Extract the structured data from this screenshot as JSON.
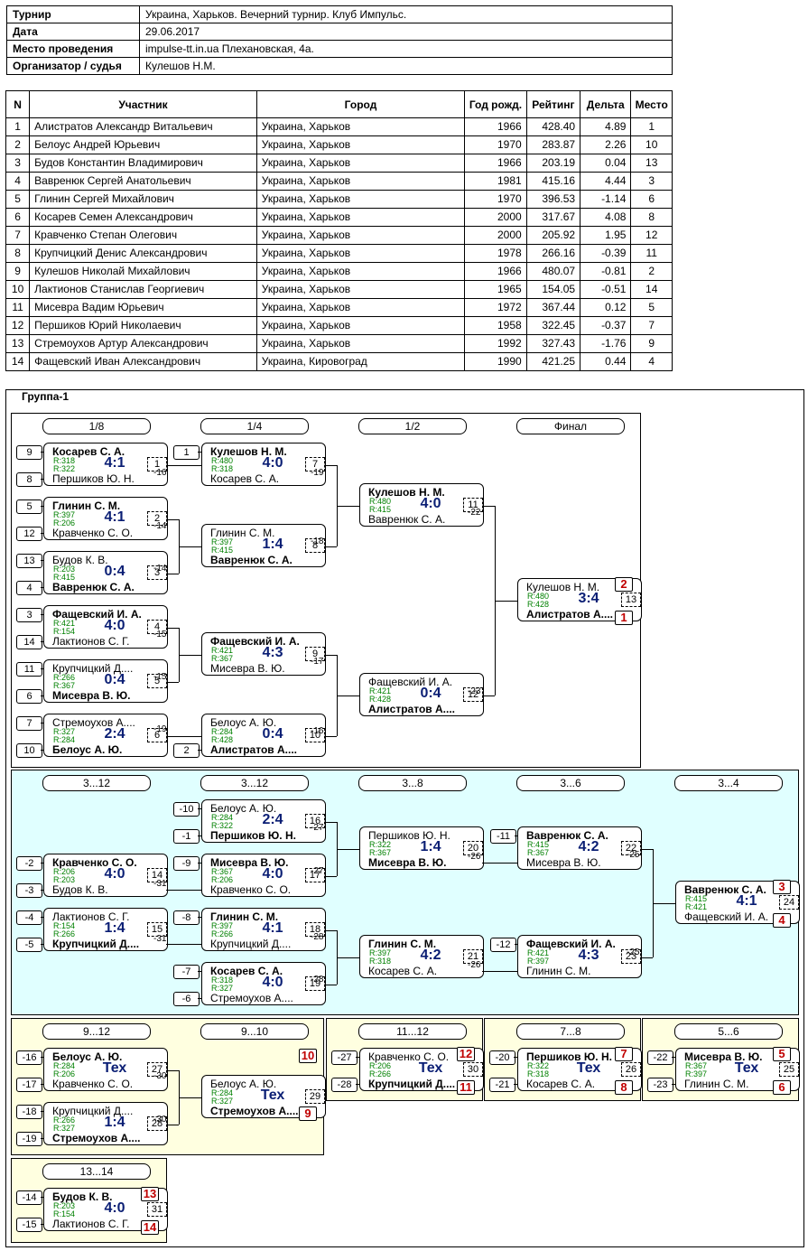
{
  "info": [
    {
      "label": "Турнир",
      "value": "Украина, Харьков. Вечерний турнир. Клуб Импульс."
    },
    {
      "label": "Дата",
      "value": "29.06.2017"
    },
    {
      "label": "Место проведения",
      "value": "impulse-tt.in.ua Плехановская, 4а."
    },
    {
      "label": "Организатор / судья",
      "value": "Кулешов Н.М."
    }
  ],
  "players": {
    "headers": [
      "N",
      "Участник",
      "Город",
      "Год рожд.",
      "Рейтинг",
      "Дельта",
      "Место"
    ],
    "rows": [
      [
        "1",
        "Алистратов Александр Витальевич",
        "Украина, Харьков",
        "1966",
        "428.40",
        "4.89",
        "1"
      ],
      [
        "2",
        "Белоус Андрей Юрьевич",
        "Украина, Харьков",
        "1970",
        "283.87",
        "2.26",
        "10"
      ],
      [
        "3",
        "Будов Константин Владимирович",
        "Украина, Харьков",
        "1966",
        "203.19",
        "0.04",
        "13"
      ],
      [
        "4",
        "Вавренюк Сергей Анатольевич",
        "Украина, Харьков",
        "1981",
        "415.16",
        "4.44",
        "3"
      ],
      [
        "5",
        "Глинин Сергей Михайлович",
        "Украина, Харьков",
        "1970",
        "396.53",
        "-1.14",
        "6"
      ],
      [
        "6",
        "Косарев Семен Александрович",
        "Украина, Харьков",
        "2000",
        "317.67",
        "4.08",
        "8"
      ],
      [
        "7",
        "Кравченко Степан Олегович",
        "Украина, Харьков",
        "2000",
        "205.92",
        "1.95",
        "12"
      ],
      [
        "8",
        "Крупчицкий Денис Александрович",
        "Украина, Харьков",
        "1978",
        "266.16",
        "-0.39",
        "11"
      ],
      [
        "9",
        "Кулешов Николай Михайлович",
        "Украина, Харьков",
        "1966",
        "480.07",
        "-0.81",
        "2"
      ],
      [
        "10",
        "Лактионов Станислав Георгиевич",
        "Украина, Харьков",
        "1965",
        "154.05",
        "-0.51",
        "14"
      ],
      [
        "11",
        "Мисевра Вадим Юрьевич",
        "Украина, Харьков",
        "1972",
        "367.44",
        "0.12",
        "5"
      ],
      [
        "12",
        "Першиков Юрий Николаевич",
        "Украина, Харьков",
        "1958",
        "322.45",
        "-0.37",
        "7"
      ],
      [
        "13",
        "Стремоухов Артур Александрович",
        "Украина, Харьков",
        "1992",
        "327.43",
        "-1.76",
        "9"
      ],
      [
        "14",
        "Фащевский Иван Александрович",
        "Украина, Кировоград",
        "1990",
        "421.25",
        "0.44",
        "4"
      ]
    ]
  },
  "group_title": "Группа-1",
  "stages": [
    "1/8",
    "1/4",
    "1/2",
    "Финал",
    "3...12",
    "3...12",
    "3...8",
    "3...6",
    "3...4",
    "9...12",
    "9...10",
    "11...12",
    "7...8",
    "5...6",
    "13...14"
  ],
  "seeds": [
    "9",
    "8",
    "5",
    "12",
    "13",
    "4",
    "3",
    "14",
    "11",
    "6",
    "7",
    "10",
    "1",
    "2",
    "-10",
    "-1",
    "-2",
    "-3",
    "-4",
    "-5",
    "-9",
    "-8",
    "-7",
    "-6",
    "-11",
    "-12",
    "-16",
    "-17",
    "-18",
    "-19",
    "-27",
    "-28",
    "-20",
    "-21",
    "-22",
    "-23",
    "-14",
    "-15"
  ],
  "matches": [
    {
      "p1": "Косарев С. А.",
      "r1": "R:318",
      "p2": "Першиков Ю. Н.",
      "r2": "R:322",
      "score": "4:1",
      "num": "1"
    },
    {
      "p1": "Глинин С. М.",
      "r1": "R:397",
      "p2": "Кравченко С. О.",
      "r2": "R:206",
      "score": "4:1",
      "num": "2"
    },
    {
      "p1": "Будов К. В.",
      "r1": "R:203",
      "p2": "Вавренюк С. А.",
      "r2": "R:415",
      "score": "0:4",
      "num": "3"
    },
    {
      "p1": "Фащевский И. А.",
      "r1": "R:421",
      "p2": "Лактионов С. Г.",
      "r2": "R:154",
      "score": "4:0",
      "num": "4"
    },
    {
      "p1": "Крупчицкий Д....",
      "r1": "R:266",
      "p2": "Мисевра В. Ю.",
      "r2": "R:367",
      "score": "0:4",
      "num": "5"
    },
    {
      "p1": "Стремоухов А....",
      "r1": "R:327",
      "p2": "Белоус А. Ю.",
      "r2": "R:284",
      "score": "2:4",
      "num": "6"
    },
    {
      "p1": "Кулешов Н. М.",
      "r1": "R:480",
      "p2": "Косарев С. А.",
      "r2": "R:318",
      "score": "4:0",
      "num": "7"
    },
    {
      "p1": "Глинин С. М.",
      "r1": "R:397",
      "p2": "Вавренюк С. А.",
      "r2": "R:415",
      "score": "1:4",
      "num": "8"
    },
    {
      "p1": "Фащевский И. А.",
      "r1": "R:421",
      "p2": "Мисевра В. Ю.",
      "r2": "R:367",
      "score": "4:3",
      "num": "9"
    },
    {
      "p1": "Белоус А. Ю.",
      "r1": "R:284",
      "p2": "Алистратов А....",
      "r2": "R:428",
      "score": "0:4",
      "num": "10"
    },
    {
      "p1": "Кулешов Н. М.",
      "r1": "R:480",
      "p2": "Вавренюк С. А.",
      "r2": "R:415",
      "score": "4:0",
      "num": "11"
    },
    {
      "p1": "Фащевский И. А.",
      "r1": "R:421",
      "p2": "Алистратов А....",
      "r2": "R:428",
      "score": "0:4",
      "num": "12"
    },
    {
      "p1": "Кулешов Н. М.",
      "r1": "R:480",
      "p2": "Алистратов А....",
      "r2": "R:428",
      "score": "3:4",
      "num": "13"
    },
    {
      "p1": "Кравченко С. О.",
      "r1": "R:206",
      "p2": "Будов К. В.",
      "r2": "R:203",
      "score": "4:0",
      "num": "14"
    },
    {
      "p1": "Лактионов С. Г.",
      "r1": "R:154",
      "p2": "Крупчицкий Д....",
      "r2": "R:266",
      "score": "1:4",
      "num": "15"
    },
    {
      "p1": "Белоус А. Ю.",
      "r1": "R:284",
      "p2": "Першиков Ю. Н.",
      "r2": "R:322",
      "score": "2:4",
      "num": "16"
    },
    {
      "p1": "Мисевра В. Ю.",
      "r1": "R:367",
      "p2": "Кравченко С. О.",
      "r2": "R:206",
      "score": "4:0",
      "num": "17"
    },
    {
      "p1": "Глинин С. М.",
      "r1": "R:397",
      "p2": "Крупчицкий Д....",
      "r2": "R:266",
      "score": "4:1",
      "num": "18"
    },
    {
      "p1": "Косарев С. А.",
      "r1": "R:318",
      "p2": "Стремоухов А....",
      "r2": "R:327",
      "score": "4:0",
      "num": "19"
    },
    {
      "p1": "Першиков Ю. Н.",
      "r1": "R:322",
      "p2": "Мисевра В. Ю.",
      "r2": "R:367",
      "score": "1:4",
      "num": "20"
    },
    {
      "p1": "Глинин С. М.",
      "r1": "R:397",
      "p2": "Косарев С. А.",
      "r2": "R:318",
      "score": "4:2",
      "num": "21"
    },
    {
      "p1": "Вавренюк С. А.",
      "r1": "R:415",
      "p2": "Мисевра В. Ю.",
      "r2": "R:367",
      "score": "4:2",
      "num": "22"
    },
    {
      "p1": "Фащевский И. А.",
      "r1": "R:421",
      "p2": "Глинин С. М.",
      "r2": "R:397",
      "score": "4:3",
      "num": "23"
    },
    {
      "p1": "Вавренюк С. А.",
      "r1": "R:415",
      "p2": "Фащевский И. А.",
      "r2": "R:421",
      "score": "4:1",
      "num": "24"
    },
    {
      "p1": "Белоус А. Ю.",
      "r1": "R:284",
      "p2": "Кравченко С. О.",
      "r2": "R:206",
      "score": "Тех",
      "num": "27"
    },
    {
      "p1": "Крупчицкий Д....",
      "r1": "R:266",
      "p2": "Стремоухов А....",
      "r2": "R:327",
      "score": "1:4",
      "num": "28"
    },
    {
      "p1": "Белоус А. Ю.",
      "r1": "R:284",
      "p2": "Стремоухов А....",
      "r2": "R:327",
      "score": "Тех",
      "num": "29"
    },
    {
      "p1": "Кравченко С. О.",
      "r1": "R:206",
      "p2": "Крупчицкий Д....",
      "r2": "R:266",
      "score": "Тех",
      "num": "30"
    },
    {
      "p1": "Першиков Ю. Н.",
      "r1": "R:322",
      "p2": "Косарев С. А.",
      "r2": "R:318",
      "score": "Тех",
      "num": "26"
    },
    {
      "p1": "Мисевра В. Ю.",
      "r1": "R:367",
      "p2": "Глинин С. М.",
      "r2": "R:397",
      "score": "Тех",
      "num": "25"
    },
    {
      "p1": "Будов К. В.",
      "r1": "R:203",
      "p2": "Лактионов С. Г.",
      "r2": "R:154",
      "score": "4:0",
      "num": "31"
    }
  ],
  "labels": [
    "-16",
    "-14",
    "-14",
    "-15",
    "-15",
    "-19",
    "-19",
    "-18",
    "-17",
    "-16",
    "-22",
    "-23",
    "-31",
    "-31",
    "-27",
    "-27",
    "-28",
    "-28",
    "-26",
    "-26",
    "-25",
    "-25",
    "-30",
    "-30"
  ],
  "places": [
    "2",
    "1",
    "3",
    "4",
    "10",
    "9",
    "12",
    "11",
    "7",
    "8",
    "5",
    "6",
    "13",
    "14"
  ],
  "colors": {
    "score": "#0a1e74",
    "rating": "#008000",
    "place": "#c00000",
    "consolation_bg": "#e0ffff",
    "lower_bg": "#ffffe0"
  }
}
